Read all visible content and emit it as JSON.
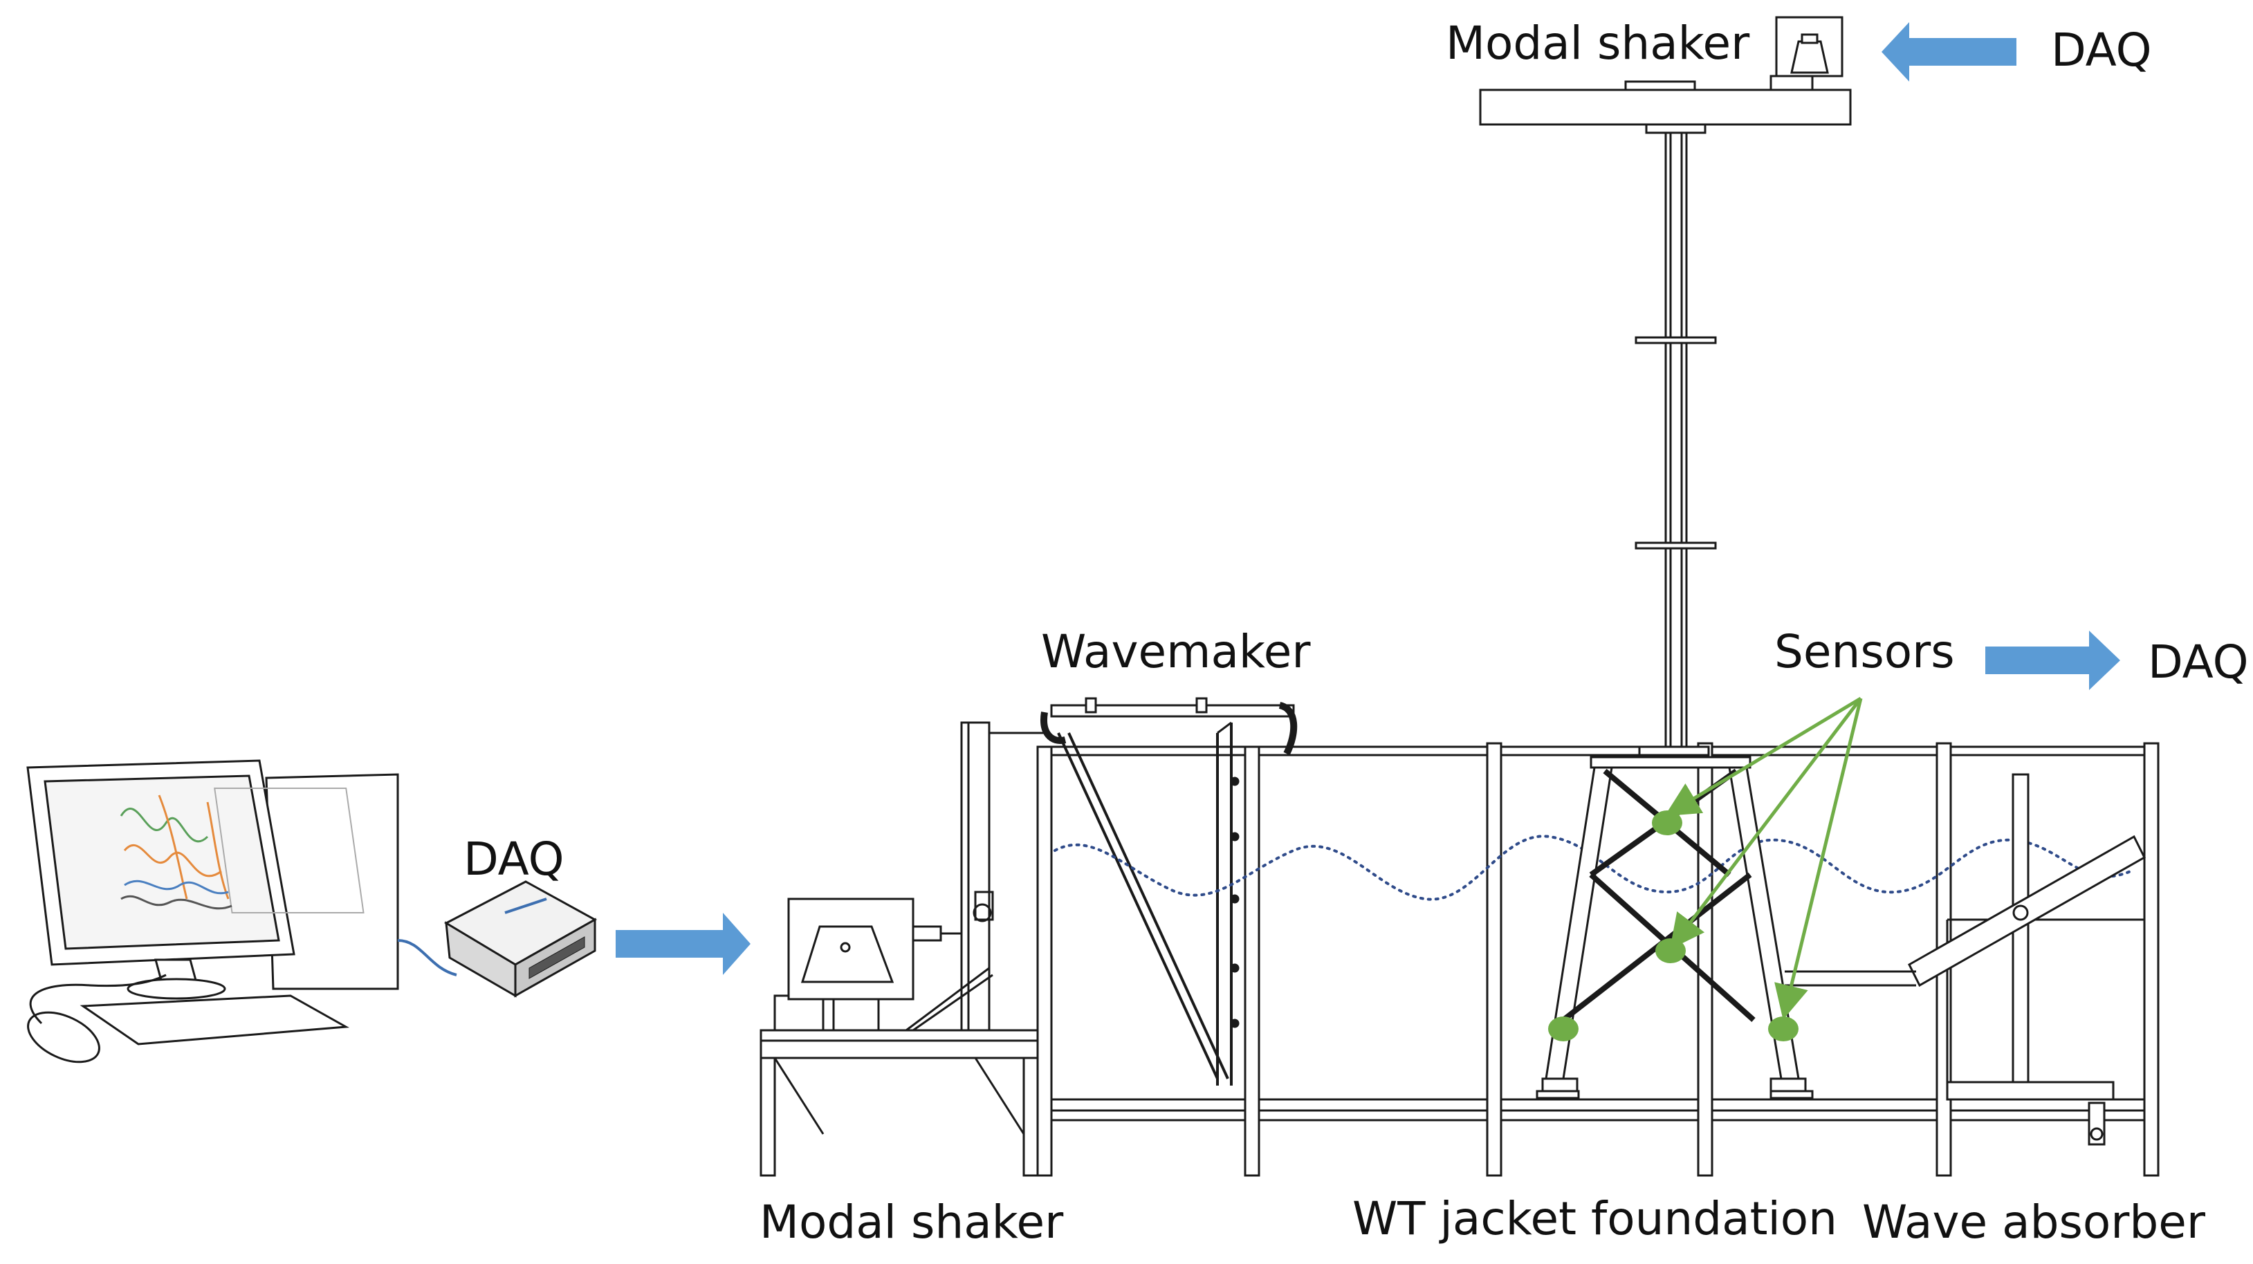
{
  "labels": {
    "modal_shaker_top": "Modal shaker",
    "daq_top": "DAQ",
    "sensors": "Sensors",
    "daq_right": "DAQ",
    "wavemaker": "Wavemaker",
    "daq_left": "DAQ",
    "modal_shaker_bottom": "Modal shaker",
    "jacket_foundation": "WT jacket foundation",
    "wave_absorber": "Wave absorber"
  },
  "colors": {
    "arrow": "#5b9bd5",
    "sensor": "#70ad47",
    "sensor_line": "#70ad47",
    "water": "#2f4b8a",
    "line": "#1a1a1a",
    "curve_green": "#5aa05a",
    "curve_orange": "#e58a3c",
    "curve_blue": "#4a7fc0"
  }
}
